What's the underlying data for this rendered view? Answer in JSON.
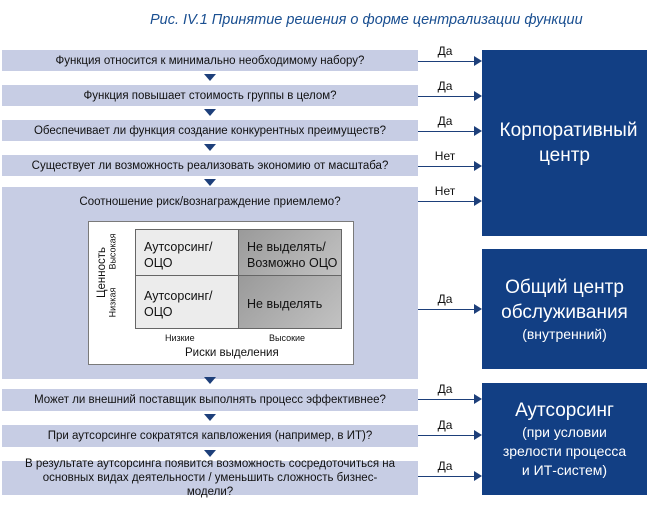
{
  "title": "Рис. IV.1 Принятие решения о форме централизации функции",
  "questions": [
    "Функция относится к минимально необходимому набору?",
    "Функция повышает стоимость группы в целом?",
    "Обеспечивает ли функция создание конкурентных преимуществ?",
    "Существует ли возможность реализовать экономию от масштаба?",
    "Соотношение риск/вознаграждение приемлемо?",
    "Может ли внешний поставщик выполнять процесс эффективнее?",
    "При аутсорсинге сократятся капвложения (например, в ИТ)?",
    "В результате аутсорсинга появится возможность сосредоточиться на основных видах деятельности / уменьшить сложность бизнес-модели?"
  ],
  "answers": [
    "Да",
    "Да",
    "Да",
    "Нет",
    "Нет",
    "Да",
    "Да",
    "Да",
    "Да"
  ],
  "matrix": {
    "cells": {
      "top_left": "Аутсорсинг/ ОЦО",
      "top_right": "Не выделять/ Возможно ОЦО",
      "bottom_left": "Аутсорсинг/ ОЦО",
      "bottom_right": "Не выделять"
    },
    "y_axis": {
      "label": "Ценность",
      "high": "Высокая",
      "low": "Низкая"
    },
    "x_axis": {
      "label": "Риски выделения",
      "low": "Низкие",
      "high": "Высокие"
    }
  },
  "outcomes": [
    {
      "main": "Корпоративный центр",
      "sub": ""
    },
    {
      "main": "Общий центр обслуживания",
      "sub": "(внутренний)"
    },
    {
      "main": "Аутсорсинг",
      "sub": "(при условии зрелости процесса и ИТ-систем)"
    }
  ],
  "colors": {
    "accent": "#123f84",
    "box_fill": "#c7cde4",
    "title": "#1a4f91"
  }
}
